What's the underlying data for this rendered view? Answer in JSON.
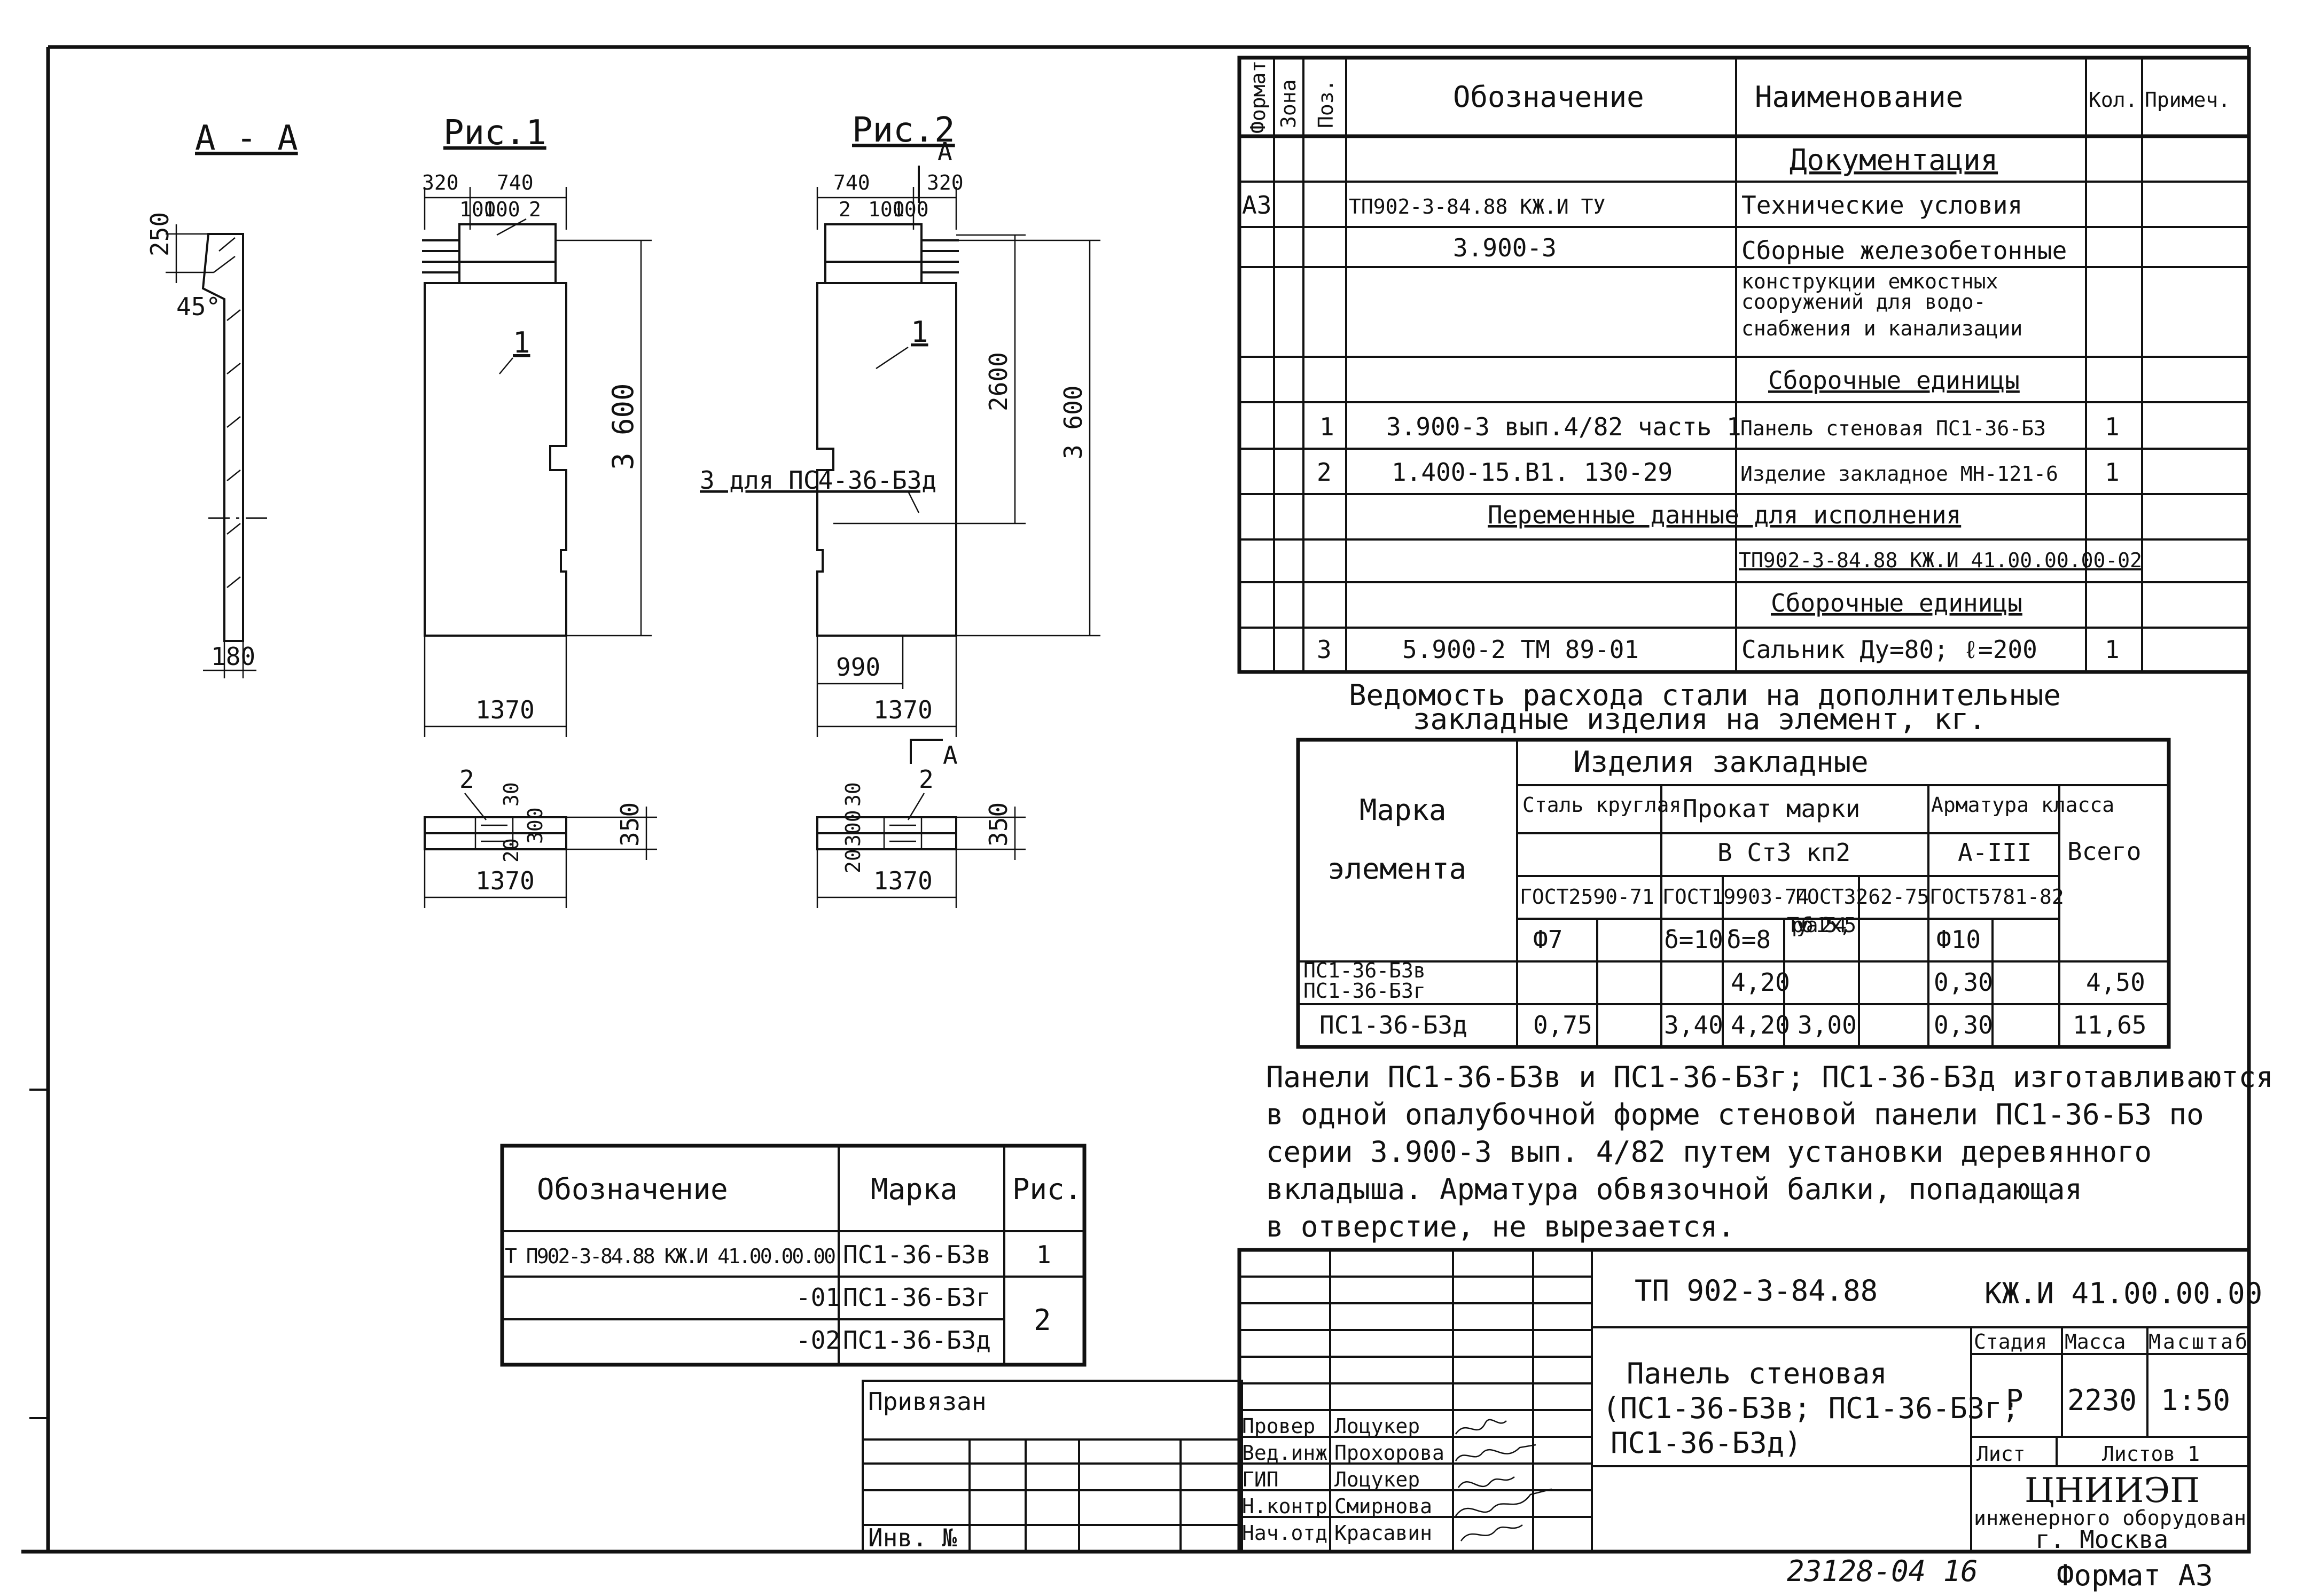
{
  "spec": {
    "headers": [
      "Формат",
      "Зона",
      "Поз.",
      "Обозначение",
      "Наименование",
      "Кол.",
      "Примеч."
    ],
    "rows": [
      {
        "fmt": "",
        "poz": "",
        "oboz": "",
        "name": "Документация",
        "kol": ""
      },
      {
        "fmt": "А3",
        "poz": "",
        "oboz": "ТП902-3-84.88        КЖ.И ТУ",
        "name": "Технические условия",
        "kol": ""
      },
      {
        "fmt": "",
        "poz": "",
        "oboz": "3.900-3",
        "name": "Сборные железобетонные",
        "kol": ""
      },
      {
        "fmt": "",
        "poz": "",
        "oboz": "",
        "name": "конструкции емкостных",
        "kol": ""
      },
      {
        "fmt": "",
        "poz": "",
        "oboz": "",
        "name": "сооружений для водо-",
        "kol": ""
      },
      {
        "fmt": "",
        "poz": "",
        "oboz": "",
        "name": "снабжения и канализации",
        "kol": ""
      },
      {
        "fmt": "",
        "poz": "",
        "oboz": "",
        "name": "Сборочные единицы",
        "kol": ""
      },
      {
        "fmt": "",
        "poz": "1",
        "oboz": "3.900-3 вып.4/82 часть 1",
        "name": "Панель стеновая ПС1-36-Б3",
        "kol": "1"
      },
      {
        "fmt": "",
        "poz": "2",
        "oboz": "1.400-15.В1. 130-29",
        "name": "Изделие закладное МН-121-6",
        "kol": "1"
      },
      {
        "fmt": "",
        "poz": "",
        "oboz": "Переменные данные для исполнения",
        "name": "",
        "kol": ""
      },
      {
        "fmt": "",
        "poz": "",
        "oboz": "",
        "name": "ТП902-3-84.88 КЖ.И 41.00.00.00-02",
        "kol": ""
      },
      {
        "fmt": "",
        "poz": "",
        "oboz": "",
        "name": "Сборочные единицы",
        "kol": ""
      },
      {
        "fmt": "",
        "poz": "3",
        "oboz": "5.900-2     ТМ 89-01",
        "name": "Сальник  Ду=80; ℓ=200",
        "kol": "1"
      }
    ]
  },
  "steel": {
    "title1": "Ведомость расхода стали на дополнительные",
    "title2": "закладные изделия на элемент, кг.",
    "h_mark1": "Марка",
    "h_mark2": "элемента",
    "h_items": "Изделия  закладные",
    "h_stal": "Сталь круглая",
    "h_prokat": "Прокат  марки",
    "h_arm": "Арматура класса",
    "h_vst": "В Ст3 кп2",
    "h_a3": "А-III",
    "h_total": "Всего",
    "gost": [
      "ГОСТ2590-71",
      "ГОСТ19903-74",
      "ГОСТ3262-75",
      "ГОСТ5781-82"
    ],
    "dims": [
      "Ф7",
      "δ=10",
      "δ=8",
      "Труба 125х4,5",
      "Ф10"
    ],
    "row1_marks": [
      "ПС1-36-Б3в",
      "ПС1-36-Б3г"
    ],
    "row1": {
      "d8": "4,20",
      "f10": "0,30",
      "total": "4,50"
    },
    "row2": {
      "mark": "ПС1-36-Б3д",
      "f7": "0,75",
      "d10": "3,40",
      "d8": "4,20",
      "pipe": "3,00",
      "f10": "0,30",
      "total": "11,65"
    }
  },
  "note": [
    "Панели ПС1-36-Б3в и ПС1-36-Б3г; ПС1-36-Б3д изготавливаются",
    "в одной опалубочной форме стеновой панели ПС1-36-Б3 по",
    "серии 3.900-3 вып. 4/82 путем установки деревянного",
    "вкладыша. Арматура обвязочной балки, попадающая",
    "в отверстие, не вырезается."
  ],
  "marks_table": {
    "headers": [
      "Обозначение",
      "Марка",
      "Рис."
    ],
    "rows": [
      {
        "oboz": "Т П902-3-84.88      КЖ.И 41.00.00.00",
        "mark": "ПС1-36-Б3в",
        "fig": "1"
      },
      {
        "oboz": "-01",
        "mark": "ПС1-36-Б3г",
        "fig": "2"
      },
      {
        "oboz": "-02",
        "mark": "ПС1-36-Б3д",
        "fig": ""
      }
    ]
  },
  "drawings": {
    "sec_label": "А - А",
    "fig1_label": "Рис.1",
    "fig2_label": "Рис.2",
    "fig2_cut": "А",
    "d250": "250",
    "d45": "45°",
    "d180": "180",
    "d320": "320",
    "d740": "740",
    "d100a": "100",
    "d100b": "100",
    "d2": "2",
    "d1": "1",
    "d3600": "3 600",
    "d2600": "2600",
    "d1370": "1370",
    "d990": "990",
    "d350": "350",
    "d30": "30",
    "d300": "300",
    "d20": "20",
    "callout3": "3 для ПС4-36-Б3д",
    "cutA": "А"
  },
  "binding": {
    "label": "Привязан",
    "inv": "Инв. №"
  },
  "title_block": {
    "code": "ТП 902-3-84.88",
    "code2": "КЖ.И  41.00.00.00",
    "name1": "Панель стеновая",
    "name2": "(ПС1-36-Б3в; ПС1-36-Б3г;",
    "name3": "ПС1-36-Б3д)",
    "stage_h": "Стадия",
    "mass_h": "Масса",
    "scale_h": "Масштаб",
    "stage": "Р",
    "mass": "2230",
    "scale": "1:50",
    "sheet": "Лист",
    "sheets": "Листов 1",
    "org1": "ЦНИИЭП",
    "org2": "инженерного оборудован",
    "org3": "г. Москва",
    "people": [
      {
        "role": "Провер",
        "name": "Лоцукер"
      },
      {
        "role": "Вед.инж",
        "name": "Прохорова"
      },
      {
        "role": "ГИП",
        "name": "Лоцукер"
      },
      {
        "role": "Н.контр",
        "name": "Смирнова"
      },
      {
        "role": "Нач.отд",
        "name": "Красавин"
      }
    ]
  },
  "footer": {
    "docnum": "23128-04  16",
    "format": "Формат А3"
  }
}
